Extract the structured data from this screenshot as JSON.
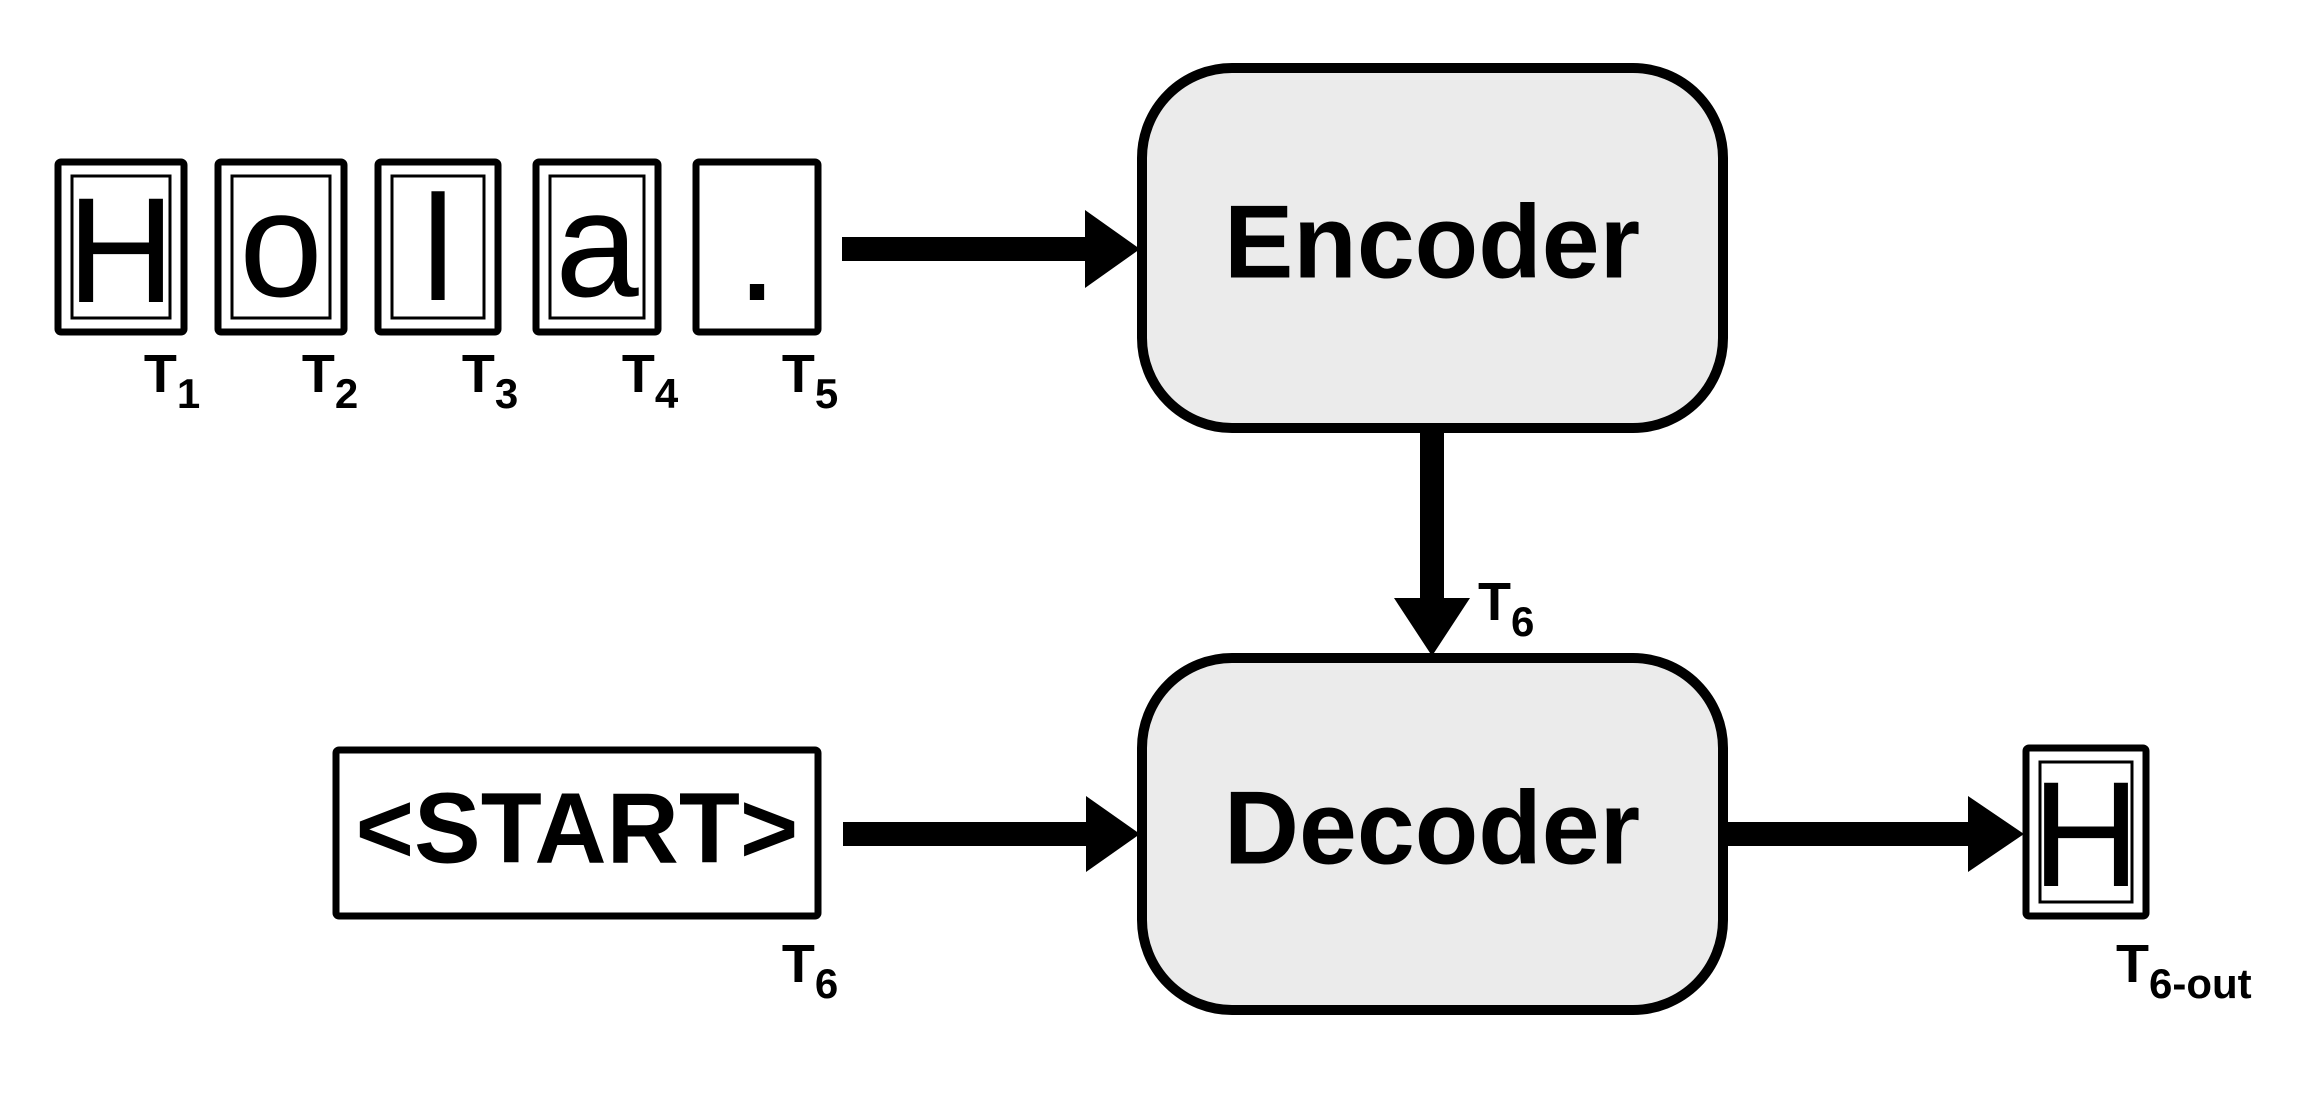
{
  "input_tokens": [
    {
      "char": "H",
      "label_main": "T",
      "label_sub": "1"
    },
    {
      "char": "o",
      "label_main": "T",
      "label_sub": "2"
    },
    {
      "char": "l",
      "label_main": "T",
      "label_sub": "3"
    },
    {
      "char": "a",
      "label_main": "T",
      "label_sub": "4"
    },
    {
      "char": ".",
      "label_main": "T",
      "label_sub": "5"
    }
  ],
  "encoder": {
    "label": "Encoder"
  },
  "decoder": {
    "label": "Decoder"
  },
  "encoder_to_decoder": {
    "label_main": "T",
    "label_sub": "6"
  },
  "start_token": {
    "text": "<START>",
    "label_main": "T",
    "label_sub": "6"
  },
  "output_token": {
    "char": "H",
    "label_main": "T",
    "label_sub": "6-out"
  },
  "colors": {
    "stroke": "#000000",
    "block_fill": "#ebebeb",
    "background": "#ffffff"
  }
}
